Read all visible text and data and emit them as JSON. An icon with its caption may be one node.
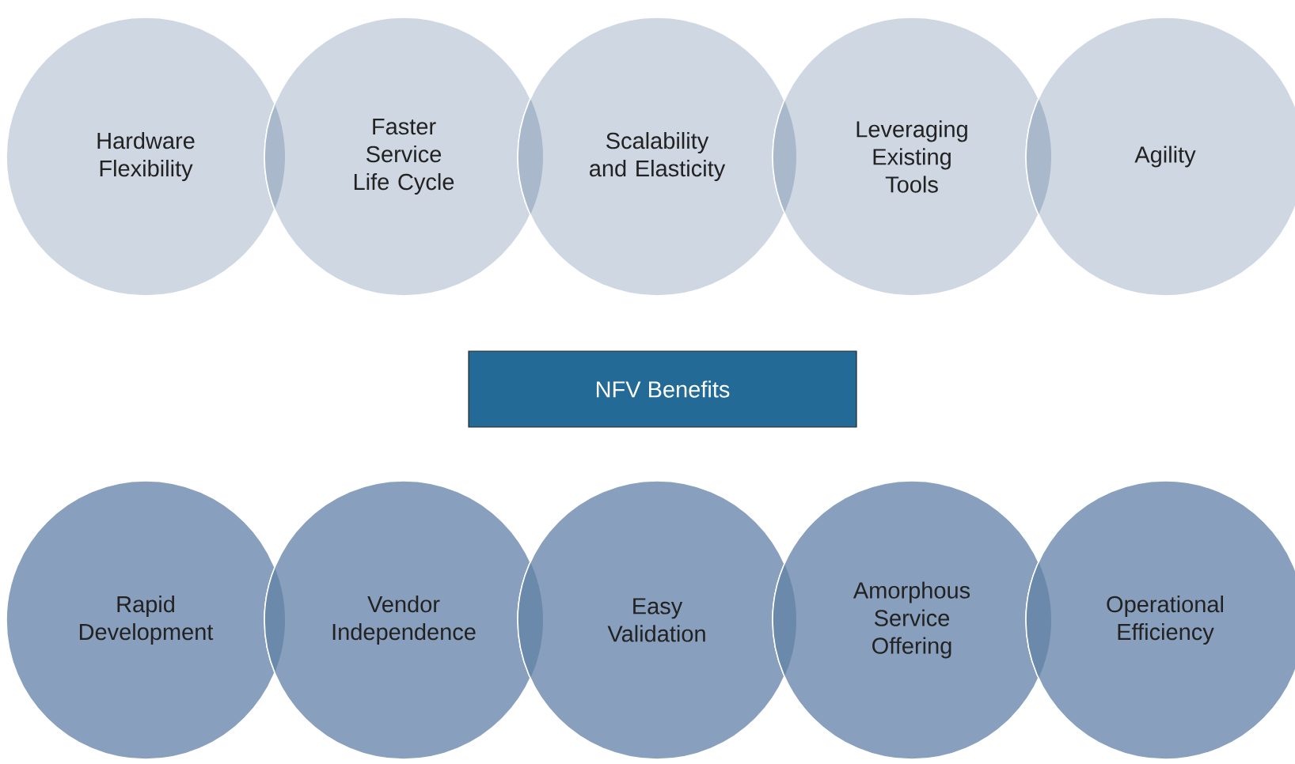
{
  "diagram": {
    "nodes": [
      {
        "text": [
          "Hardware Flexibility"
        ]
      },
      {
        "text": [
          "Faster Service Life Cycle"
        ]
      },
      {
        "text": [
          "Scalability and Elasticity"
        ]
      },
      {
        "text": [
          "Leveraging Existing Tools"
        ]
      },
      {
        "text": [
          "Agility"
        ]
      },
      {
        "text": [
          "NFV Benefits"
        ]
      },
      {
        "text": [
          "Rapid Development"
        ]
      },
      {
        "text": [
          "Vendor Independence"
        ]
      },
      {
        "text": [
          "Easy Validation"
        ]
      },
      {
        "text": [
          "Amorphous Service Offering"
        ]
      },
      {
        "text": [
          "Operational Efficiency"
        ]
      }
    ]
  }
}
